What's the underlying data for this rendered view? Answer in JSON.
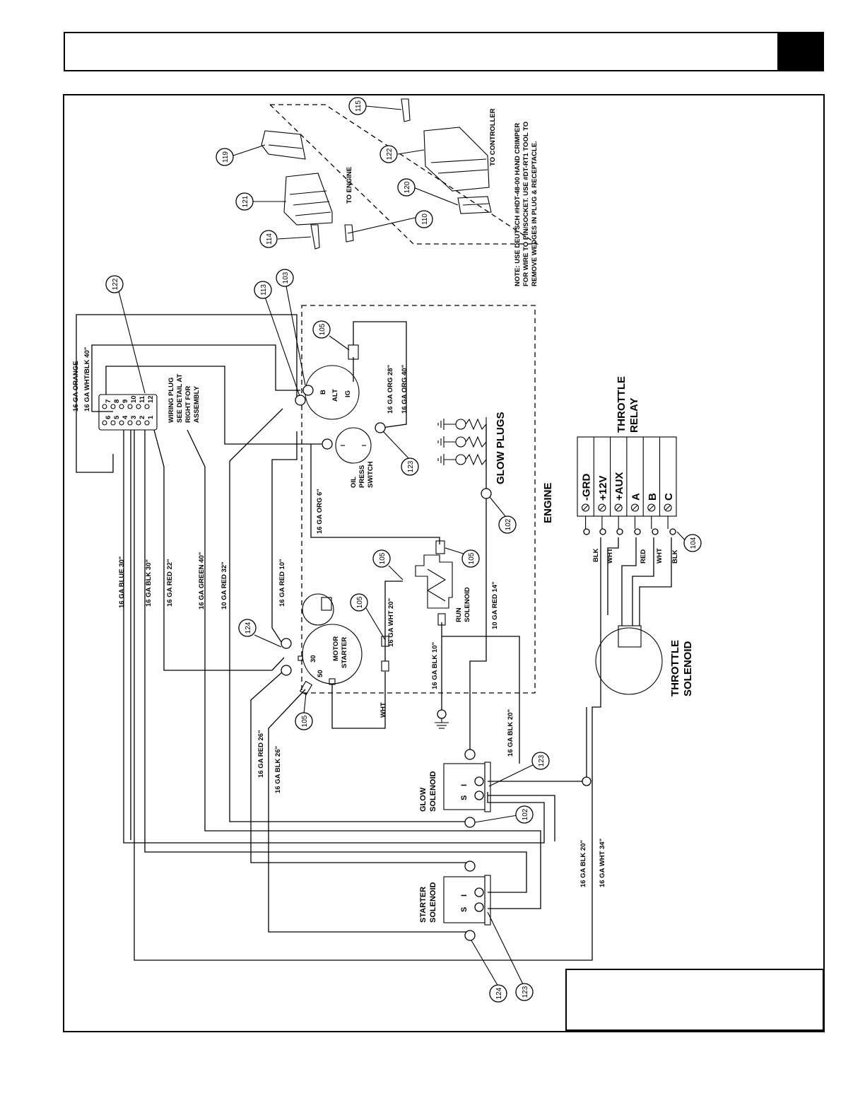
{
  "wire_labels": {
    "orange": "16 GA ORANGE",
    "wht_blk_40": "16 GA WHT/BLK  40\"",
    "blue_30": "16 GA BLUE  30\"",
    "blk_30": "16 GA BLK  30\"",
    "red_22": "16 GA RED  22\"",
    "green_40": "16 GA GREEN  40\"",
    "red10_32": "10 GA RED  32\"",
    "red_10": "16 GA RED  10\"",
    "org_6": "16 GA ORG  6\"",
    "org_28": "16 GA ORG  28\"",
    "org_40": "16 GA ORG  40\"",
    "wht_20": "16 GA WHT 20\"",
    "blk_10": "16 GA BLK 10\"",
    "red10_14": "10 GA RED 14\"",
    "blk_20_upper": "16 GA BLK  20\"",
    "blk_20_lower": "16 GA BLK  20\"",
    "wht_34": "16 GA WHT  34\"",
    "red_26": "16 GA RED  26\"",
    "blk_26": "16 GA BLK  26\"",
    "wht_short": "WHT",
    "relay_blk": "BLK",
    "relay_wht": "WHT",
    "relay_red": "RED",
    "relay_wht2": "WHT",
    "relay_blk2": "BLK"
  },
  "components": {
    "wiring_plug_line1": "WIRING PLUG",
    "wiring_plug_line2": "SEE DETAIL AT",
    "wiring_plug_line3": "RIGHT FOR",
    "wiring_plug_line4": "ASSEMBLY",
    "alt_b": "B",
    "alt_name": "ALT",
    "alt_ig": "IG",
    "oil_line1": "OIL",
    "oil_line2": "PRESS",
    "oil_line3": "SWITCH",
    "glow_plugs": "GLOW PLUGS",
    "engine": "ENGINE",
    "motor_line1": "MOTOR",
    "motor_line2": "STARTER",
    "motor_30": "30",
    "motor_50": "50",
    "run_line1": "RUN",
    "run_line2": "SOLENOID",
    "glow_sol_line1": "GLOW",
    "glow_sol_line2": "SOLENOID",
    "starter_sol_line1": "STARTER",
    "starter_sol_line2": "SOLENOID",
    "sol_s": "S",
    "sol_i": "I",
    "throttle_relay_line1": "THROTTLE",
    "throttle_relay_line2": "RELAY",
    "throttle_sol_line1": "THROTTLE",
    "throttle_sol_line2": "SOLENOID",
    "to_engine": "TO ENGINE",
    "to_controller": "TO CONTROLLER"
  },
  "relay_terminals": [
    "-GRD",
    "+12V",
    "+AUX",
    "A",
    "B",
    "C"
  ],
  "plug_pins": [
    [
      "6",
      "7"
    ],
    [
      "5",
      "8"
    ],
    [
      "4",
      "9"
    ],
    [
      "3",
      "10"
    ],
    [
      "2",
      "11"
    ],
    [
      "1",
      "12"
    ]
  ],
  "note_lines": [
    "NOTE:  USE DEUTSCH #HDT-48-00 HAND CRIMPER",
    "FOR WIRE TO PIN/SOCKET.  USE #DT-RT1 TOOL TO",
    "REMOVE WEDGES IN PLUG & RECEPTACLE."
  ],
  "callouts": {
    "c122_plug": "122",
    "c113": "113",
    "c103": "103",
    "c105_alt": "105",
    "c123_oil": "123",
    "c102_glow": "102",
    "c105_run": "105",
    "c105_wht": "105",
    "c105_motor": "105",
    "c124_top": "124",
    "c105_starter": "105",
    "c123_glowsol": "123",
    "c102_glowsol": "102",
    "c104": "104",
    "c124_bottom": "124",
    "c123_bottom": "123",
    "c119": "119",
    "c121": "121",
    "c114": "114",
    "c110": "110",
    "c115": "115",
    "c122_det": "122",
    "c120": "120"
  }
}
